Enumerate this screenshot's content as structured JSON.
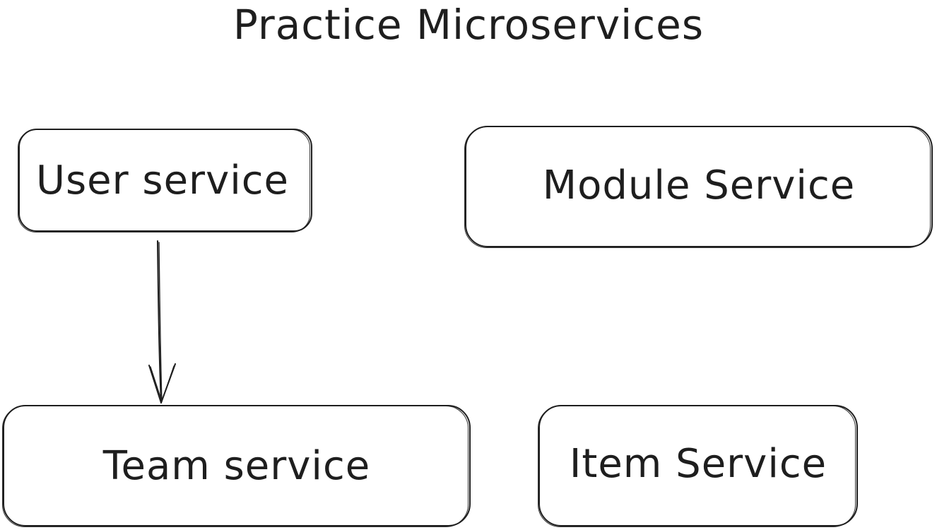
{
  "diagram": {
    "title": "Practice Microservices",
    "nodes": {
      "user": {
        "label": "User service"
      },
      "module": {
        "label": "Module Service"
      },
      "team": {
        "label": "Team service"
      },
      "item": {
        "label": "Item Service"
      }
    },
    "edges": [
      {
        "from": "User service",
        "to": "Team service",
        "style": "arrow"
      }
    ],
    "colors": {
      "stroke": "#1e1e1e",
      "background": "#ffffff"
    }
  }
}
